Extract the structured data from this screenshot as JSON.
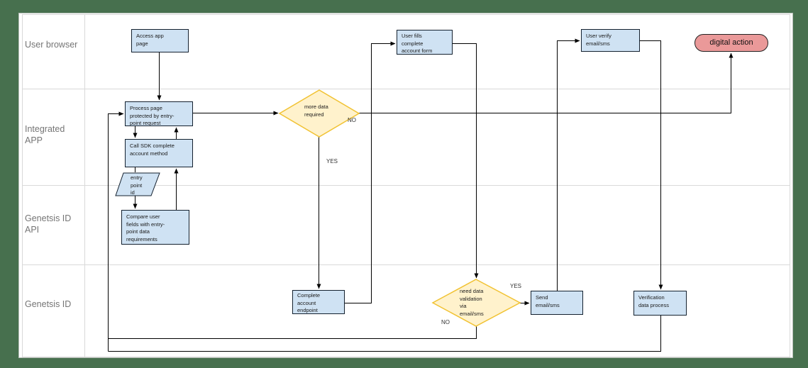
{
  "lanes": [
    {
      "label": "User browser"
    },
    {
      "label": "Integrated\nAPP"
    },
    {
      "label": "Genetsis ID\nAPI"
    },
    {
      "label": "Genetsis ID"
    }
  ],
  "nodes": {
    "access_app": {
      "label": "Access app\npage"
    },
    "process_page": {
      "label": "Process page\nprotected by entry-\npoint request"
    },
    "call_sdk": {
      "label": "Call SDK complete\naccount method"
    },
    "entry_point": {
      "label": "entry\npoint\nid"
    },
    "compare_user": {
      "label": "Compare user\nfields with entry-\npoint data\nrequirements"
    },
    "user_fills": {
      "label": "User fills\ncomplete\naccount form"
    },
    "user_verify": {
      "label": "User verify\nemail/sms"
    },
    "digital_action": {
      "label": "digital action"
    },
    "complete_endpoint": {
      "label": "Complete\naccount\nendpoint"
    },
    "send_email": {
      "label": "Send\nemail/sms"
    },
    "verification": {
      "label": "Verification\ndata process"
    },
    "more_data": {
      "label": "more data\nrequired"
    },
    "need_validation": {
      "label": "need data\nvalidation\nvia\nemail/sms"
    }
  },
  "edge_labels": {
    "more_data_no": "NO",
    "more_data_yes": "YES",
    "need_validation_yes": "YES",
    "need_validation_no": "NO"
  },
  "colors": {
    "bg_green": "#47704E",
    "panel": "#ffffff",
    "lane_line": "#d9d9d9",
    "lane_text": "#757575",
    "node_fill": "#cfe2f3",
    "node_border": "#14212f",
    "diamond_fill": "#fff2cc",
    "diamond_border": "#f1c232",
    "pill_fill": "#ea9999",
    "edge": "#000000"
  }
}
